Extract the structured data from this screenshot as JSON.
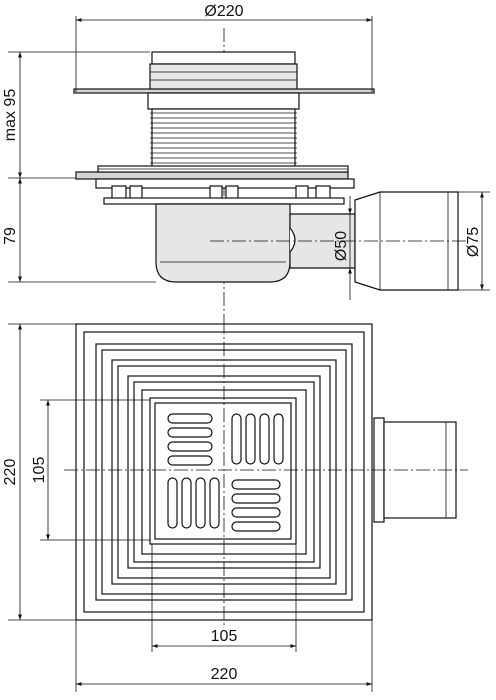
{
  "dimensions": {
    "top_diameter": "Ø220",
    "height_adjustable": "max 95",
    "body_height": "79",
    "outlet_inner": "Ø50",
    "outlet_outer": "Ø75",
    "plan_height": "220",
    "grate_height": "105",
    "grate_width": "105",
    "plan_width": "220"
  }
}
